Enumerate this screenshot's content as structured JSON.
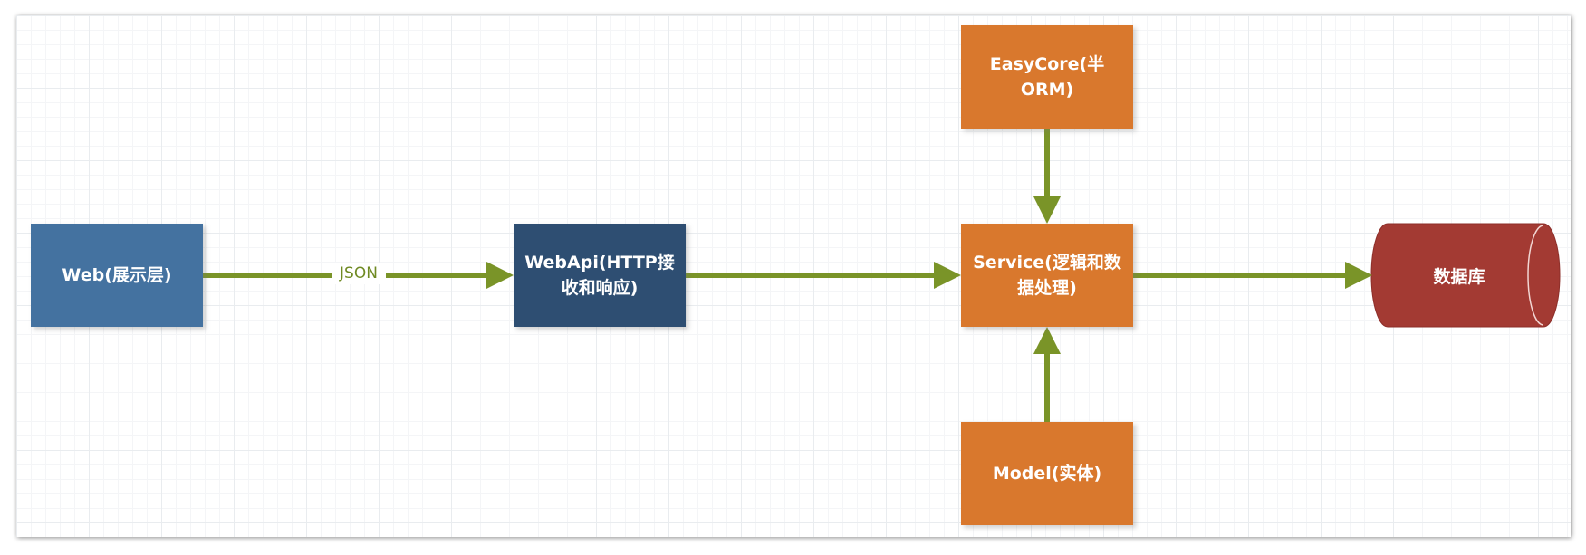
{
  "diagram": {
    "nodes": {
      "web": {
        "label": "Web(展示层)",
        "color": "#4472a0"
      },
      "webapi": {
        "label_line1": "WebApi(HTTP接",
        "label_line2": "收和响应)",
        "color": "#2e4e72"
      },
      "easycore": {
        "label": "EasyCore(半ORM)",
        "color": "#d9782d"
      },
      "service": {
        "label_line1": "Service(逻辑和数",
        "label_line2": "据处理)",
        "color": "#d9782d"
      },
      "model": {
        "label": "Model(实体)",
        "color": "#d9782d"
      },
      "database": {
        "label": "数据库",
        "shape": "cylinder",
        "color": "#a33a33"
      }
    },
    "edges": [
      {
        "from": "web",
        "to": "webapi",
        "label": "JSON"
      },
      {
        "from": "webapi",
        "to": "service",
        "label": ""
      },
      {
        "from": "easycore",
        "to": "service",
        "label": ""
      },
      {
        "from": "model",
        "to": "service",
        "label": ""
      },
      {
        "from": "service",
        "to": "database",
        "label": ""
      }
    ],
    "edge_color": "#7a9428"
  }
}
